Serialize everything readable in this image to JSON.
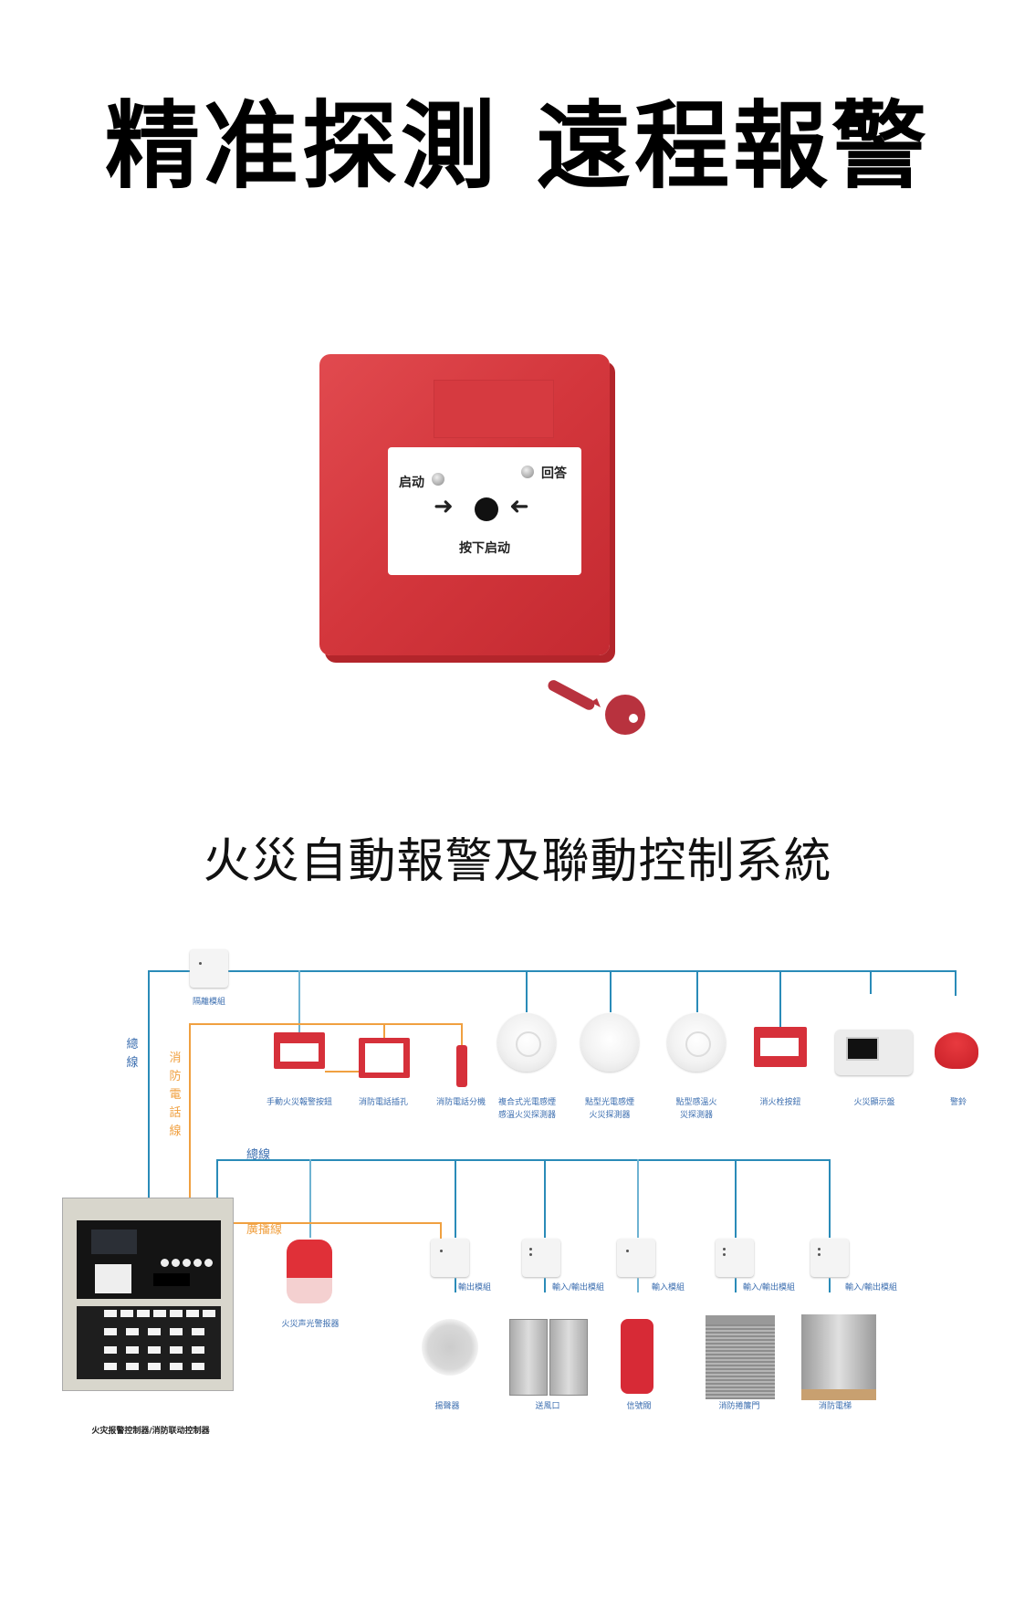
{
  "header": {
    "title": "精准探測 遠程報警"
  },
  "product": {
    "name_labels": {
      "start": "启动",
      "answer": "回答",
      "press": "按下启动"
    },
    "colors": {
      "body": "#d3363c",
      "panel": "#ffffff"
    }
  },
  "diagram": {
    "title": "火災自動報警及聯動控制系統",
    "line_labels": {
      "bus_vertical": "總線",
      "phone_line_vertical": "消防電話線",
      "bus_horizontal": "總線",
      "broadcast_line": "廣播線"
    },
    "top_row": {
      "isolation_module": "隔離模組",
      "devices": [
        {
          "label": "手動火災報警按鈕"
        },
        {
          "label": "消防電話插孔"
        },
        {
          "label": "消防電話分機"
        },
        {
          "label": "複合式光電感煙\n感溫火災探測器"
        },
        {
          "label": "點型光電感煙\n火災探測器"
        },
        {
          "label": "點型感溫火\n災探測器"
        },
        {
          "label": "消火栓按鈕"
        },
        {
          "label": "火災顯示盤"
        },
        {
          "label": "警鈴"
        }
      ]
    },
    "bottom_row": {
      "sounder": "火災声光警报器",
      "modules": [
        {
          "module": "輸出模組",
          "device": "揚聲器"
        },
        {
          "module": "輸入/輸出模組",
          "device": "送風口"
        },
        {
          "module": "輸入模組",
          "device": "信號閥"
        },
        {
          "module": "輸入/輸出模組",
          "device": "消防捲簾門"
        },
        {
          "module": "輸入/輸出模組",
          "device": "消防電梯"
        }
      ]
    },
    "controller_label": "火灾报警控制器/消防联动控制器",
    "colors": {
      "bus": "#2a8bb8",
      "phone": "#f0a040",
      "label": "#3d6fb0"
    }
  }
}
